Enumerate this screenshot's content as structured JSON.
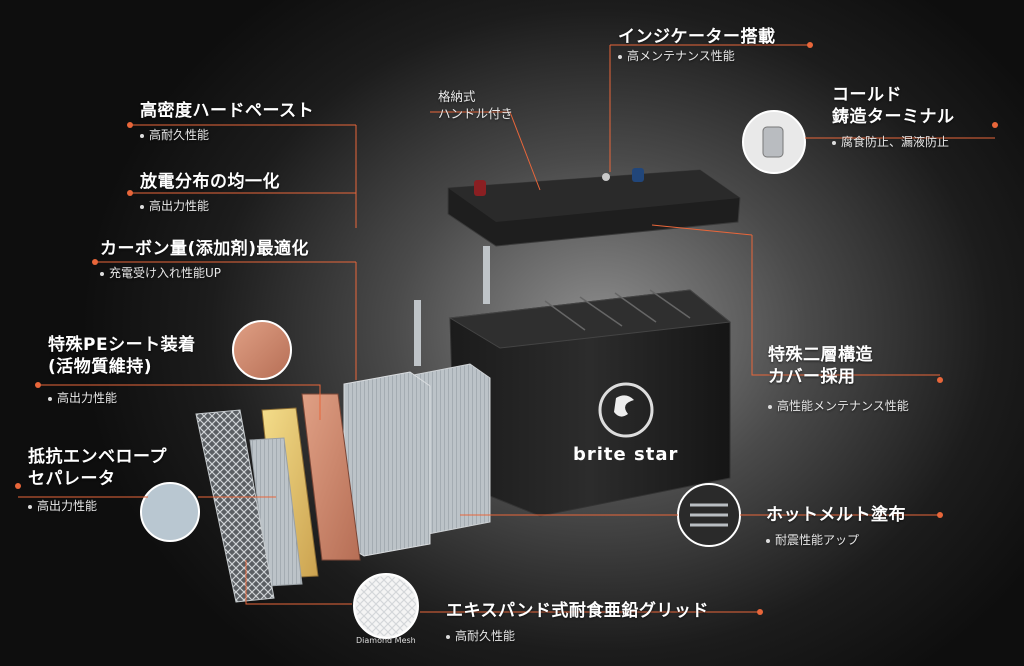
{
  "brand": "brite star",
  "colors": {
    "accent": "#e8663a",
    "text": "#ffffff"
  },
  "labels": {
    "indicator": {
      "title": "インジケーター搭載",
      "sub": "高メンテナンス性能"
    },
    "handle": {
      "line1": "格納式",
      "line2": "ハンドル付き"
    },
    "cold_terminal": {
      "line1": "コールド",
      "line2": "鋳造ターミナル",
      "sub": "腐食防止、漏液防止"
    },
    "paste": {
      "title": "高密度ハードペースト",
      "sub": "高耐久性能"
    },
    "discharge": {
      "title": "放電分布の均一化",
      "sub": "高出力性能"
    },
    "carbon": {
      "title": "カーボン量(添加剤)最適化",
      "sub": "充電受け入れ性能UP"
    },
    "pe_sheet": {
      "line1": "特殊PEシート装着",
      "line2": "(活物質維持)",
      "sub": "高出力性能"
    },
    "separator": {
      "line1": "抵抗エンベロープ",
      "line2": "セパレータ",
      "sub": "高出力性能"
    },
    "cover": {
      "line1": "特殊二層構造",
      "line2": "カバー採用",
      "sub": "高性能メンテナンス性能"
    },
    "hotmelt": {
      "title": "ホットメルト塗布",
      "sub": "耐震性能アップ"
    },
    "grid": {
      "title": "エキスパンド式耐食亜鉛グリッド",
      "sub": "高耐久性能"
    },
    "diamond_mesh": "Diamond Mesh"
  }
}
